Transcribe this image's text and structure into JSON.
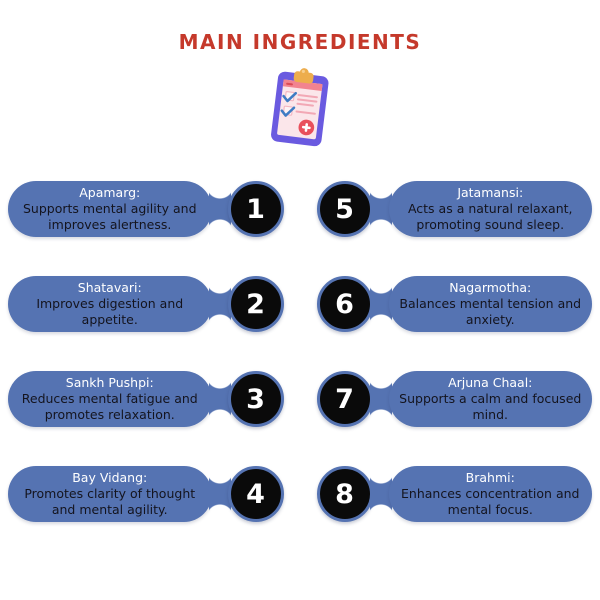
{
  "title": {
    "text": "MAIN INGREDIENTS",
    "color": "#C5392B"
  },
  "icon": {
    "name": "clipboard-checklist-icon"
  },
  "colors": {
    "background": "#FFFFFF",
    "pill": "#5573B2",
    "number_circle": "#0A0A0A",
    "number_text": "#FFFFFF",
    "name_text": "#FFFFFF",
    "description_text": "#14141E",
    "title_text": "#C5392B"
  },
  "items": [
    {
      "number": "1",
      "name": "Apamarg:",
      "description": "Supports mental agility and improves alertness.",
      "column": "left"
    },
    {
      "number": "2",
      "name": "Shatavari:",
      "description": "Improves digestion and appetite.",
      "column": "left"
    },
    {
      "number": "3",
      "name": "Sankh Pushpi:",
      "description": "Reduces mental fatigue and promotes relaxation.",
      "column": "left"
    },
    {
      "number": "4",
      "name": "Bay Vidang:",
      "description": "Promotes clarity of thought and mental agility.",
      "column": "left"
    },
    {
      "number": "5",
      "name": "Jatamansi:",
      "description": "Acts as a natural relaxant, promoting sound sleep.",
      "column": "right"
    },
    {
      "number": "6",
      "name": "Nagarmotha:",
      "description": "Balances mental tension and anxiety.",
      "column": "right"
    },
    {
      "number": "7",
      "name": "Arjuna Chaal:",
      "description": "Supports a calm and focused mind.",
      "column": "right"
    },
    {
      "number": "8",
      "name": "Brahmi:",
      "description": "Enhances concentration and mental focus.",
      "column": "right"
    }
  ]
}
